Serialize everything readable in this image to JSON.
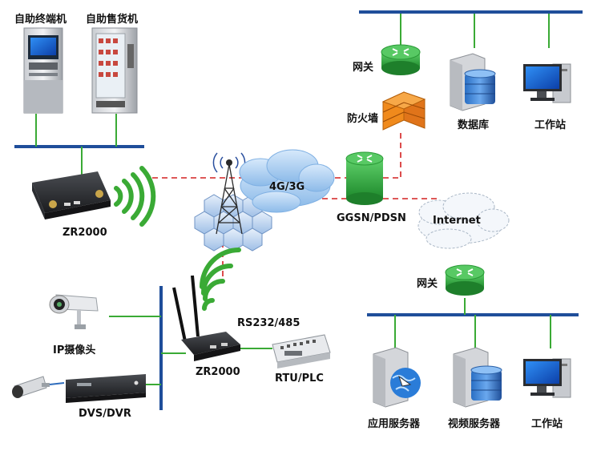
{
  "labels": {
    "kiosk": "自助终端机",
    "vending": "自助售货机",
    "zr2000_top": "ZR2000",
    "zr2000_bottom": "ZR2000",
    "cloud_4g3g": "4G/3G",
    "ggsn": "GGSN/PDSN",
    "internet": "Internet",
    "gateway_top": "网关",
    "firewall": "防火墙",
    "database": "数据库",
    "workstation_top": "工作站",
    "gateway_bottom": "网关",
    "app_server": "应用服务器",
    "video_server": "视频服务器",
    "workstation_bottom": "工作站",
    "ip_camera": "IP摄像头",
    "dvs_dvr": "DVS/DVR",
    "rs232": "RS232/485",
    "rtu_plc": "RTU/PLC"
  },
  "colors": {
    "bus_blue": "#1f4e9a",
    "link_green": "#3aaa35",
    "data_red_dashed": "#d42020",
    "router_green": "#3ab34a",
    "cloud_blue": "#a9cdf2",
    "firewall_orange": "#f08a1c",
    "wifi_green": "#3aaa35"
  }
}
